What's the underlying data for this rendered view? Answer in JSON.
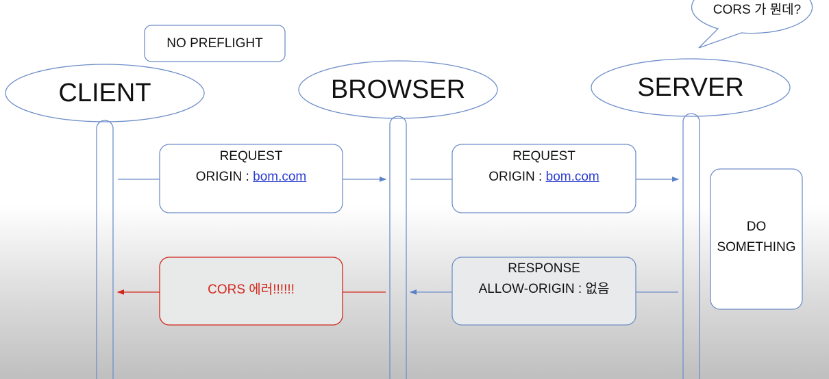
{
  "bubble": "CORS 가 뭔데?",
  "note": "NO PREFLIGHT",
  "actors": {
    "client": "CLIENT",
    "browser": "BROWSER",
    "server": "SERVER"
  },
  "request1": {
    "title": "REQUEST",
    "origin_label": "ORIGIN : ",
    "origin_value": "bom.com"
  },
  "request2": {
    "title": "REQUEST",
    "origin_label": "ORIGIN : ",
    "origin_value": "bom.com"
  },
  "server_action": {
    "line1": "DO",
    "line2": "SOMETHING"
  },
  "response": {
    "title": "RESPONSE",
    "line2": "ALLOW-ORIGIN : 없음"
  },
  "error": "CORS 에러!!!!!!",
  "colors": {
    "line": "#6f8fc9",
    "error": "#d2271b"
  }
}
